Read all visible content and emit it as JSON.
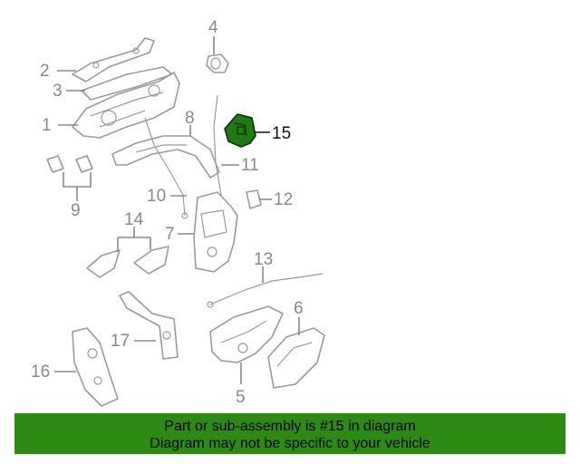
{
  "callouts": [
    "1",
    "2",
    "3",
    "4",
    "5",
    "6",
    "7",
    "8",
    "9",
    "10",
    "11",
    "12",
    "13",
    "14",
    "15",
    "16",
    "17"
  ],
  "highlighted_part": "15",
  "colors": {
    "highlight": "#1f7a12",
    "banner": "#2d8a12",
    "line_art": "#9a9a9a",
    "callout_text": "#888888"
  },
  "banner": {
    "line1": "Part or sub-assembly is #15 in diagram",
    "line2": "Diagram may not be specific to your vehicle"
  }
}
